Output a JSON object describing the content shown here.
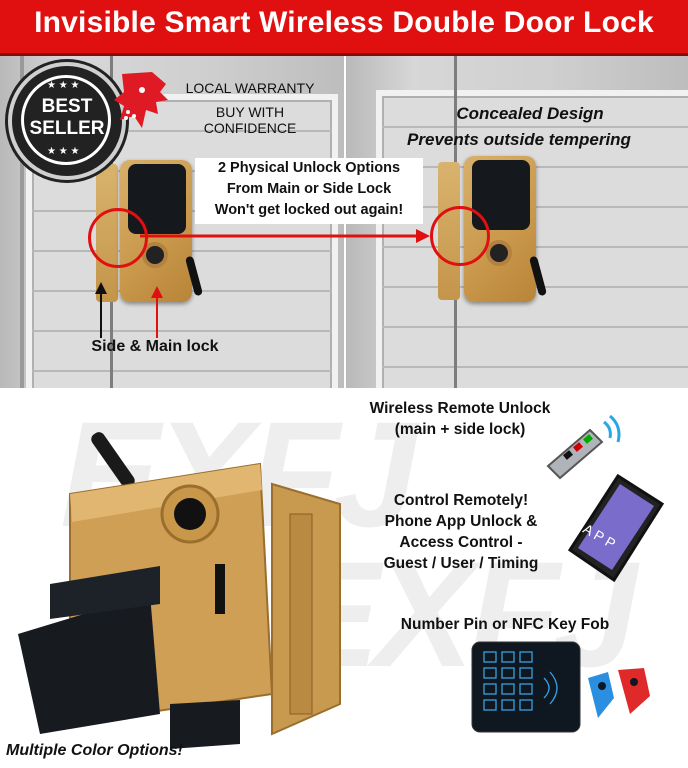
{
  "banner": {
    "title": "Invisible Smart Wireless Double Door Lock"
  },
  "badge": {
    "line1": "BEST",
    "line2": "SELLER"
  },
  "warranty": {
    "line1": "LOCAL WARRANTY",
    "line2": "BUY WITH CONFIDENCE"
  },
  "left_panel": {
    "unlock_options": [
      "2 Physical Unlock Options",
      "From Main or Side Lock",
      "Won't get locked out again!"
    ],
    "lock_label": "Side & Main lock"
  },
  "right_panel": {
    "concealed_line1": "Concealed Design",
    "concealed_line2": "Prevents outside tempering"
  },
  "features": {
    "remote": [
      "Wireless Remote Unlock",
      "(main + side lock)"
    ],
    "app": [
      "Control Remotely!",
      "Phone App Unlock &",
      "Access Control -",
      "Guest / User / Timing"
    ],
    "pin": "Number Pin or NFC Key Fob",
    "phone_screen_text": "A P P"
  },
  "footer": {
    "color_options": "Multiple Color Options!"
  },
  "colors": {
    "banner_red": "#e01010",
    "gold": "#c8974a",
    "black": "#15181c"
  }
}
